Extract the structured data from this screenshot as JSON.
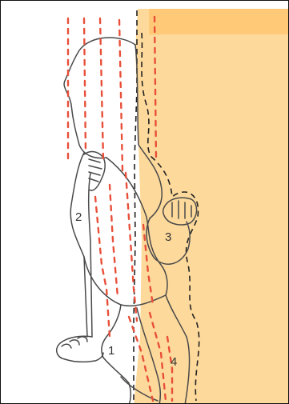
{
  "figure": {
    "kind": "hand-drawn sketch",
    "subject": "climber-figure-against-wall",
    "colors": {
      "wall": "#fdd99b",
      "wall_band": "#ffc978",
      "outline": "#444444",
      "guide_dashes": "#e8503a",
      "frame": "#111111"
    }
  },
  "labels": {
    "region_1": "1",
    "region_2": "2",
    "region_3": "3",
    "region_4": "4"
  }
}
